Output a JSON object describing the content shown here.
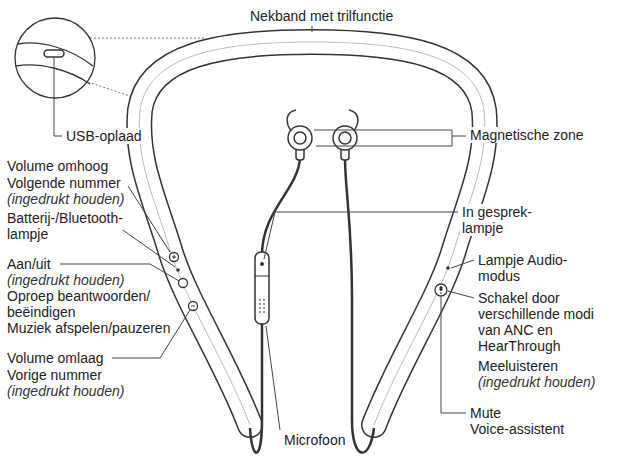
{
  "diagram": {
    "labels": [
      "Nekband met trilfunctie",
      "USB-oplaad",
      "Volume omhoog",
      "Volgende nummer",
      "(ingedrukt houden)",
      "Batterij-/Bluetooth-lampje",
      "Aan/uit",
      "(ingedrukt houden)",
      "Oproep beantwoorden/ beëindigen",
      "Muziek afspelen/pauzeren",
      "Volume omlaag",
      "Vorige nummer",
      "(ingedrukt houden)",
      "Magnetische zone",
      "In gesprek-lampje",
      "Lampje Audio-modus",
      "Schakel door verschillende modi van ANC en HearThrough",
      "Meeluisteren",
      "(ingedrukt houden)",
      "Mute",
      "Voice-assistent",
      "Microfoon"
    ]
  }
}
